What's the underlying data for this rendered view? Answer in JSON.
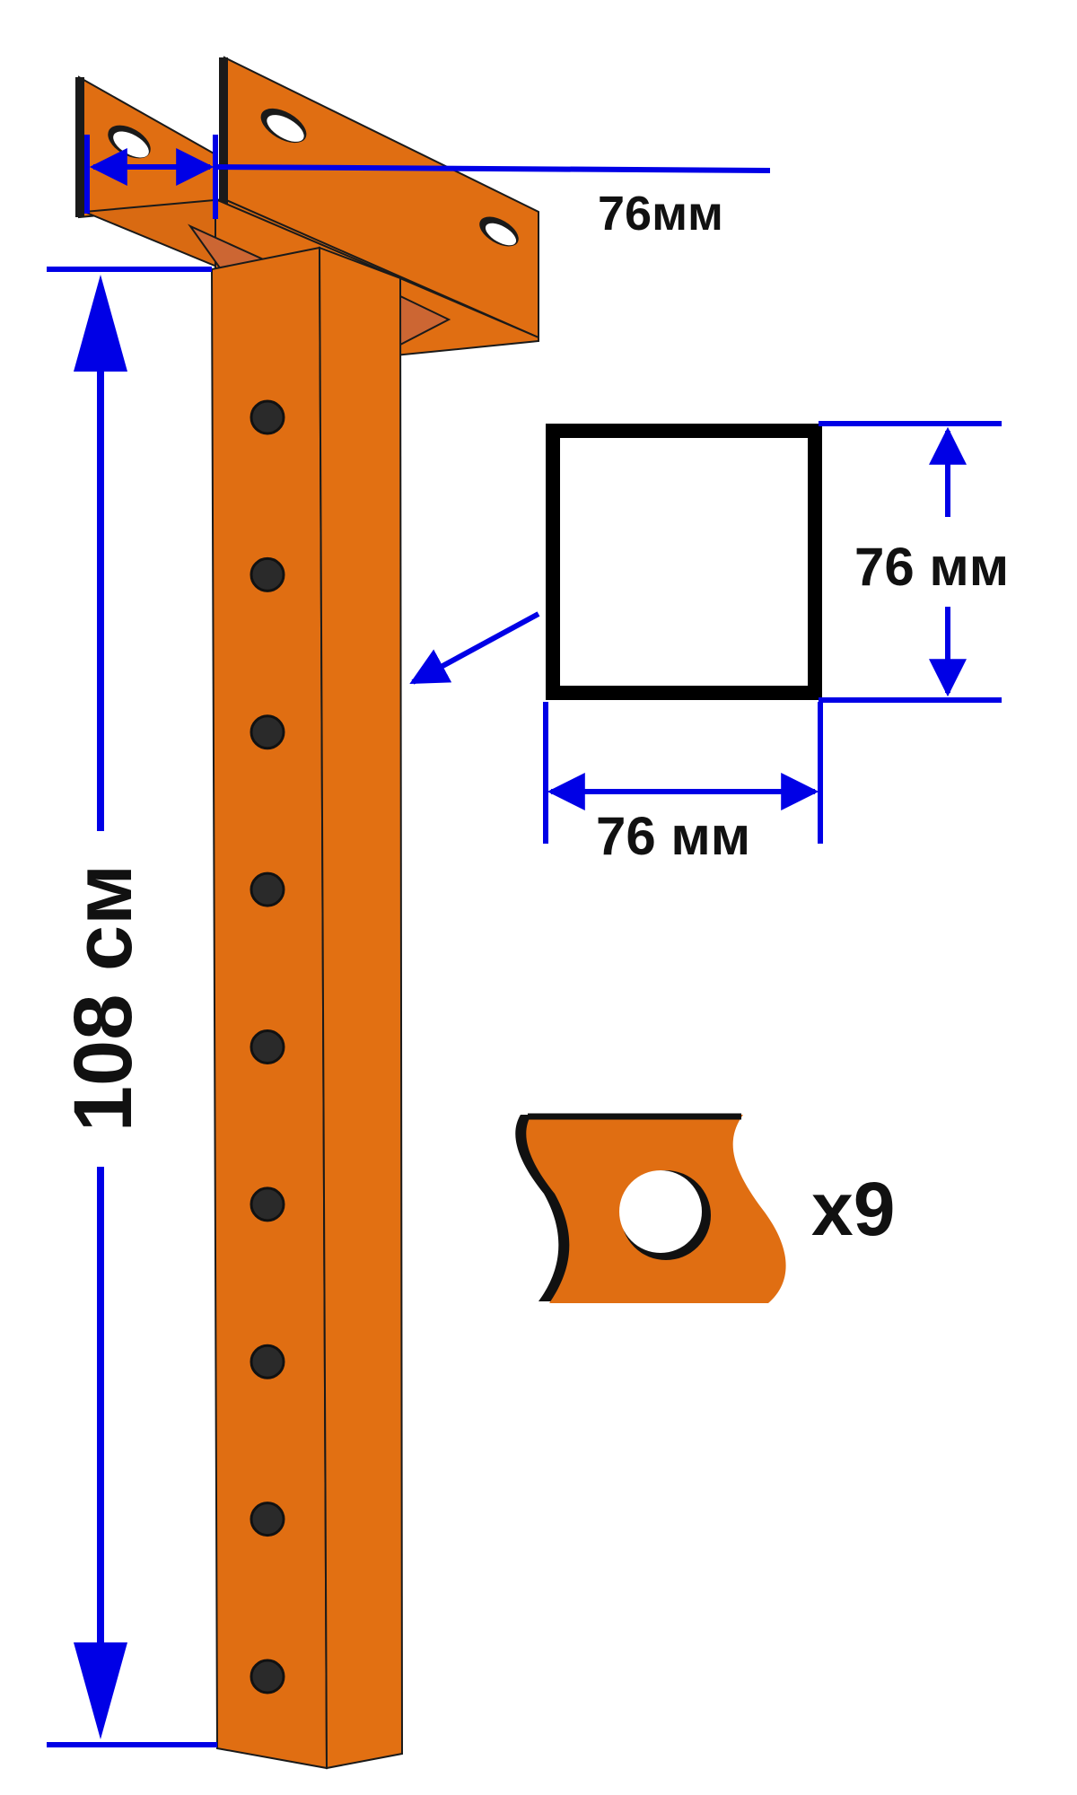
{
  "labels": {
    "top_width": "76мм",
    "section_height": "76 мм",
    "section_width": "76 мм",
    "post_height": "108 см",
    "hole_count": "x9"
  },
  "post": {
    "hole_count": 9
  },
  "colors": {
    "steel": "#E06E12",
    "steel_dark": "#C85F0E",
    "gusset": "#CC6633",
    "dimension": "#0000E6",
    "outline": "#1A1A1A",
    "hole": "#2A2A2A"
  }
}
